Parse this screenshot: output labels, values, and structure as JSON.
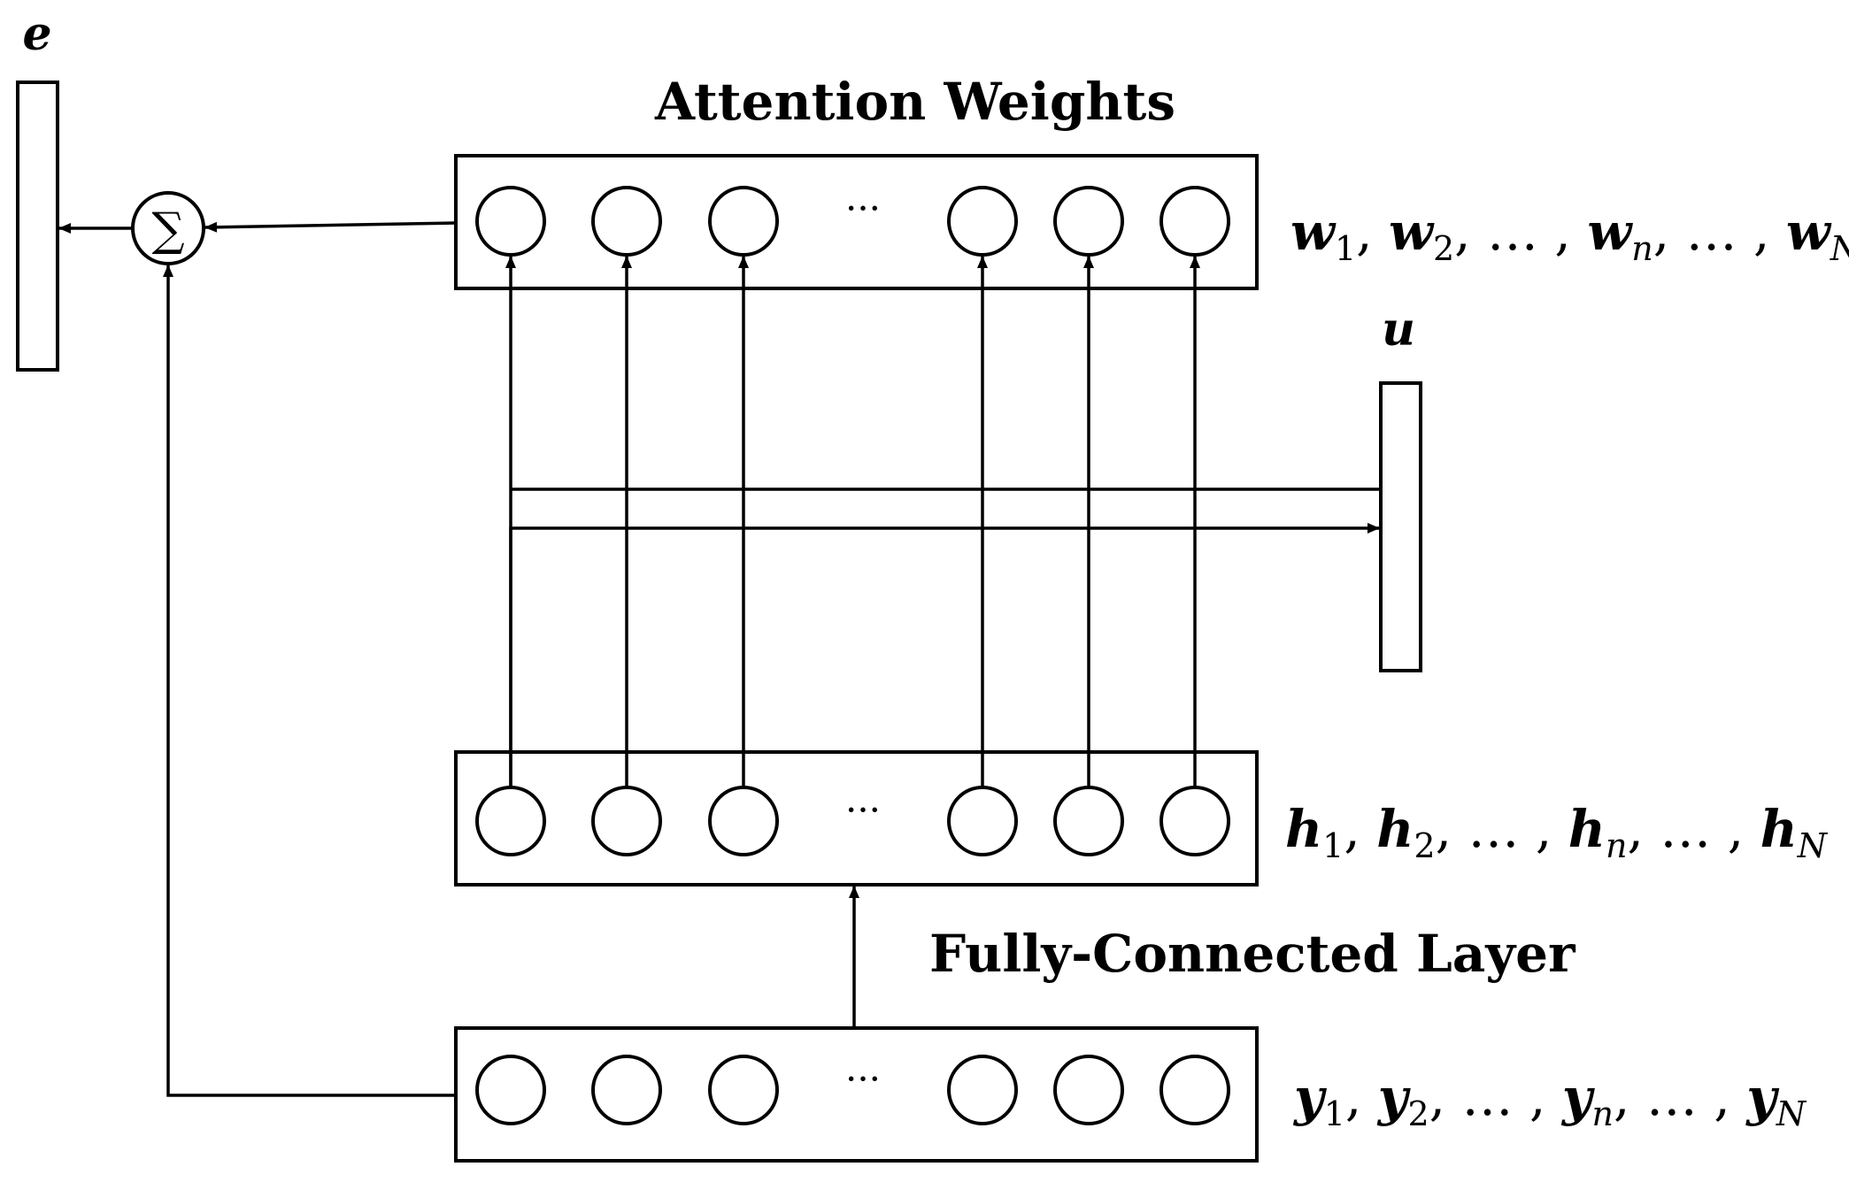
{
  "labels": {
    "attention_weights": "Attention Weights",
    "fully_connected": "Fully-Connected Layer",
    "e": "e",
    "u": "u",
    "sum_symbol": "∑",
    "ellipsis": "···"
  },
  "rows": {
    "w": {
      "var": "w",
      "terms": [
        {
          "var": "w",
          "sub": "1",
          "sep": ", "
        },
        {
          "var": "w",
          "sub": "2",
          "sep": ", … , "
        },
        {
          "var": "w",
          "sub": "n",
          "sep": ", … , "
        },
        {
          "var": "w",
          "sub": "N",
          "sep": ""
        }
      ]
    },
    "h": {
      "var": "h",
      "terms": [
        {
          "var": "h",
          "sub": "1",
          "sep": ", "
        },
        {
          "var": "h",
          "sub": "2",
          "sep": ", … , "
        },
        {
          "var": "h",
          "sub": "n",
          "sep": ", … , "
        },
        {
          "var": "h",
          "sub": "N",
          "sep": ""
        }
      ]
    },
    "y": {
      "var": "y",
      "terms": [
        {
          "var": "y",
          "sub": "1",
          "sep": ", "
        },
        {
          "var": "y",
          "sub": "2",
          "sep": ", … , "
        },
        {
          "var": "y",
          "sub": "n",
          "sep": ", … , "
        },
        {
          "var": "y",
          "sub": "N",
          "sep": ""
        }
      ]
    }
  }
}
